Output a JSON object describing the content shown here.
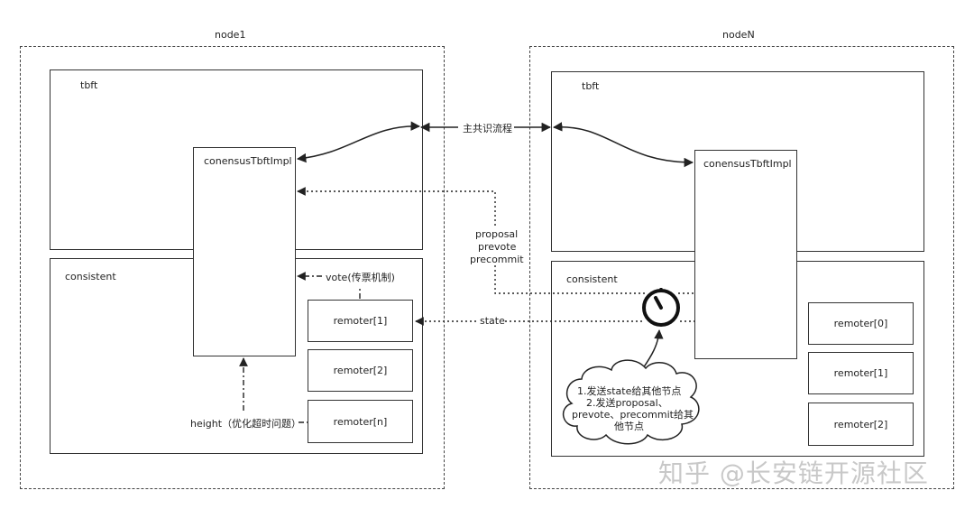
{
  "node1": {
    "title": "node1",
    "tbft_label": "tbft",
    "impl_label": "conensusTbftImpl",
    "consistent_label": "consistent",
    "remoters": [
      "remoter[1]",
      "remoter[2]",
      "remoter[n]"
    ],
    "vote_label": "vote(传票机制)",
    "height_label": "height（优化超时问题）"
  },
  "nodeN": {
    "title": "nodeN",
    "tbft_label": "tbft",
    "impl_label": "conensusTbftImpl",
    "consistent_label": "consistent",
    "remoters": [
      "remoter[0]",
      "remoter[1]",
      "remoter[2]"
    ]
  },
  "links": {
    "main_flow": "主共识流程",
    "messages": [
      "proposal",
      "prevote",
      "precommit"
    ],
    "state": "state"
  },
  "cloud": {
    "lines": [
      "1.发送state给其他节点",
      "2.发送proposal、",
      "prevote、precommit给其",
      "他节点"
    ]
  },
  "watermark": "知乎 @长安链开源社区"
}
